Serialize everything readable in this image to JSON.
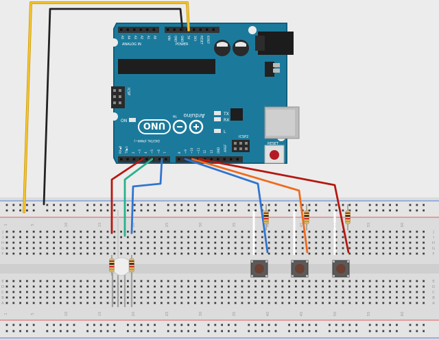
{
  "board": {
    "model": "UNO",
    "brand": "Arduino",
    "tm": "TM",
    "analog_header": "ANALOG IN",
    "power_header": "POWER",
    "digital_header": "DIGITAL (PWM~)",
    "analog_pins": [
      "A5",
      "A4",
      "A3",
      "A2",
      "A1",
      "A0"
    ],
    "power_pins": [
      "VIN",
      "GND",
      "GND",
      "5V",
      "3V3",
      "RESET",
      "IOREF"
    ],
    "digital_pins": [
      "GND",
      "13",
      "12",
      "~11",
      "~10",
      "~9",
      "8",
      "7",
      "~6",
      "~5",
      "4",
      "~3",
      "2",
      "TX▶1",
      "RX◀0"
    ],
    "aref": "AREF",
    "led_on": "ON",
    "led_tx": "TX",
    "led_rx": "RX",
    "led_l": "L",
    "icsp_left": "ICSP",
    "icsp_right": "ICSP2",
    "reset_label": "RESET"
  },
  "breadboard": {
    "column_numbers": [
      "1",
      "5",
      "10",
      "15",
      "20",
      "25",
      "30",
      "35",
      "40",
      "45",
      "50",
      "55",
      "60"
    ],
    "row_letters_top": [
      "J",
      "I",
      "H",
      "G",
      "F"
    ],
    "row_letters_bottom": [
      "E",
      "D",
      "C",
      "B",
      "A"
    ]
  },
  "colors": {
    "board": "#1b7a9c",
    "board_edge": "#0f5f7d",
    "wire_yellow": "#f4c430",
    "wire_black": "#222222",
    "wire_red": "#b5170f",
    "wire_green": "#28b08a",
    "wire_blue": "#2f74d0",
    "wire_orange": "#f06a1c",
    "rail_red": "#e07070",
    "rail_blue": "#6a8fd8"
  }
}
